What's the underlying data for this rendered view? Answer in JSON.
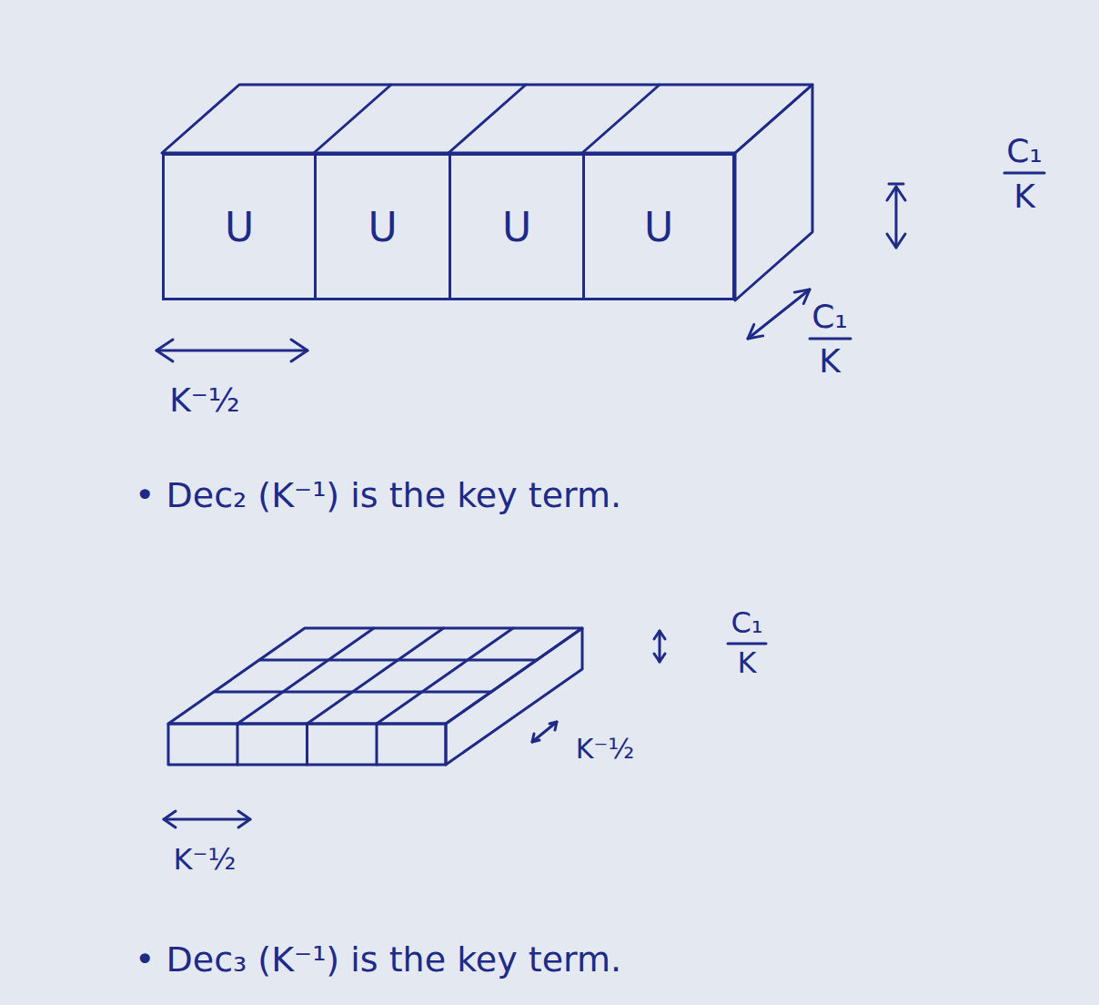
{
  "diagram": {
    "nodes": [
      {
        "text": [
          "U"
        ]
      },
      {
        "text": [
          "U"
        ]
      },
      {
        "text": [
          "U"
        ]
      },
      {
        "text": [
          "U"
        ]
      }
    ],
    "labels": [
      "K⁻½",
      "C₁",
      "K",
      "C₁",
      "K",
      "• Dec₂ (K⁻¹) is the key term.",
      "C₁",
      "K",
      "K⁻½",
      "K⁻½",
      "• Dec₃ (K⁻¹) is the key term."
    ]
  }
}
